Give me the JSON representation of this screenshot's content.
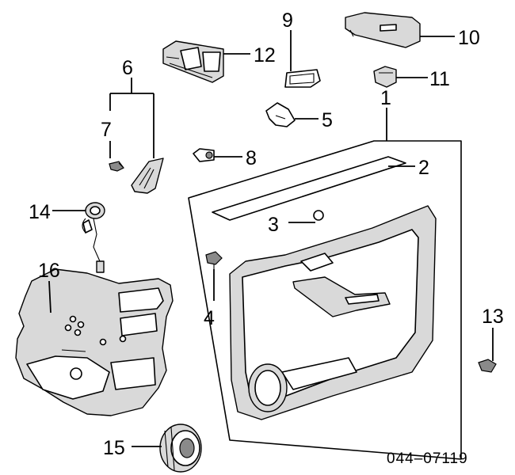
{
  "diagram": {
    "drawing_code": "044–07119",
    "callouts": {
      "c1": "1",
      "c2": "2",
      "c3": "3",
      "c4": "4",
      "c5": "5",
      "c6": "6",
      "c7": "7",
      "c8": "8",
      "c9": "9",
      "c10": "10",
      "c11": "11",
      "c12": "12",
      "c13": "13",
      "c14": "14",
      "c15": "15",
      "c16": "16"
    }
  }
}
